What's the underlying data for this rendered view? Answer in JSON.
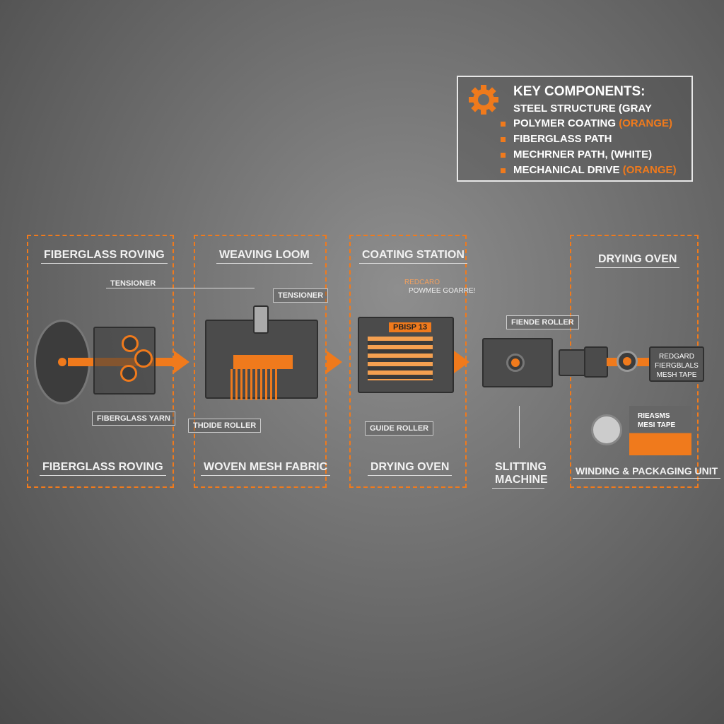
{
  "legend": {
    "title": "KEY COMPONENTS:",
    "items": [
      {
        "text": "STEEL STRUCTURE (GRAY",
        "accent": ""
      },
      {
        "text": "POLYMER COATING ",
        "accent": "(ORANGE)"
      },
      {
        "text": "FIBERGLASS PATH",
        "accent": ""
      },
      {
        "text": "MECHRNER PATH, (WHITE)",
        "accent": ""
      },
      {
        "text": "MECHANICAL DRIVE ",
        "accent": "(ORANGE)"
      }
    ],
    "icon": "gear-icon"
  },
  "stages": [
    {
      "top": "FIBERGLASS ROVING",
      "bottom": "FIBERGLASS ROVING"
    },
    {
      "top": "WEAVING LOOM",
      "bottom": "WOVEN MESH FABRIC"
    },
    {
      "top": "COATING STATION",
      "bottom": "DRYING OVEN"
    },
    {
      "top": "",
      "bottom": "SLITTING MACHINE"
    },
    {
      "top": "DRYING OVEN",
      "bottom": "WINDING & PACKAGING UNIT"
    }
  ],
  "tags": {
    "tensioner1": "TENSIONER",
    "tensioner2": "TENSIONER",
    "yarn": "FIBERGLASS YARN",
    "roller1": "THDIDE ROLLER",
    "guide": "GUIDE ROLLER",
    "fence": "FIENDE ROLLER",
    "coat_a": "REDCARO",
    "coat_b": "POWMEE GOARRE!",
    "plate": "PBISP 13"
  },
  "product": {
    "label": [
      "REDGARD",
      "FIERGBLALS",
      "MESH TAPE"
    ],
    "box": [
      "RIEASMS",
      "MESI TAPE"
    ]
  },
  "colors": {
    "accent": "#f07a1c",
    "steel": "#4b4b4b"
  }
}
